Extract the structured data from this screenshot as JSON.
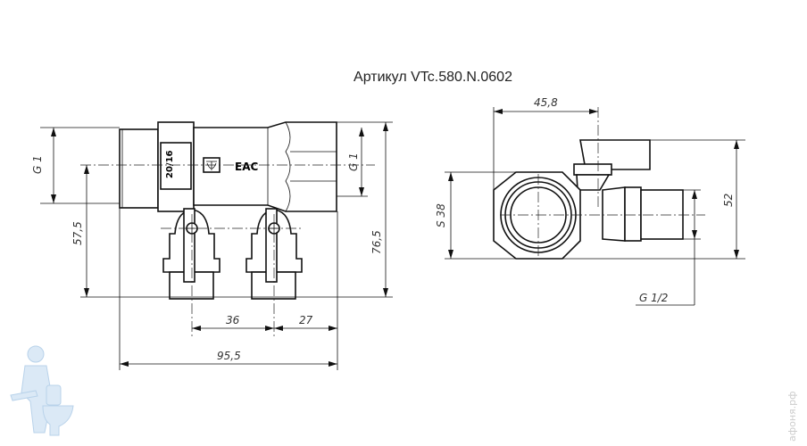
{
  "title": "Артикул VTc.580.N.0602",
  "front_view": {
    "marking_pressure": "20/16",
    "marking_cert": "EAC",
    "dimensions": {
      "thread_left": "G 1",
      "height_outlet": "57,5",
      "height_total": "76,5",
      "thread_right": "G 1",
      "outlet_pitch": "36",
      "outlet_offset": "27",
      "length_total": "95,5"
    }
  },
  "side_view": {
    "dimensions": {
      "depth": "45,8",
      "wrench_size": "S 38",
      "height": "52",
      "outlet_thread": "G 1/2"
    }
  },
  "watermark": {
    "logo": "plumber-mascot",
    "text": "афоня.рф"
  }
}
